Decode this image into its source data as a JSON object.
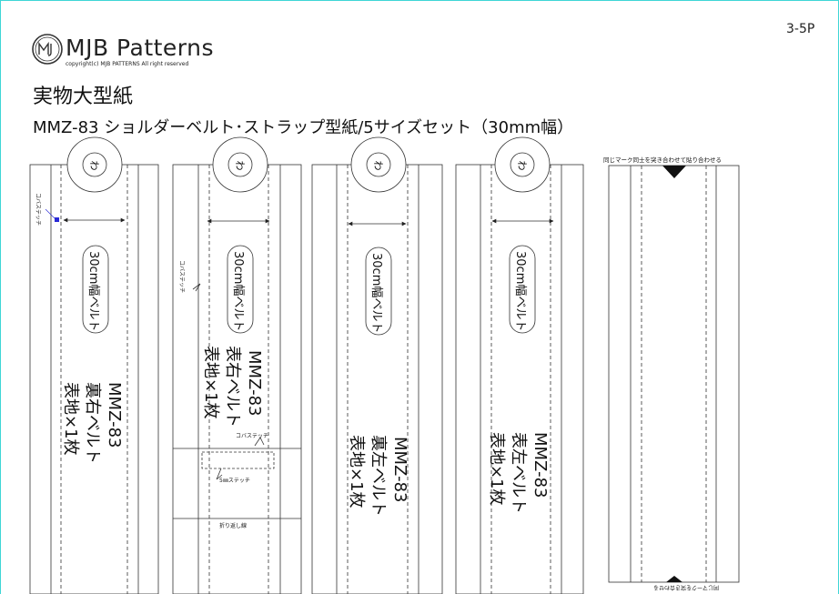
{
  "page_number": "3-5P",
  "brand": {
    "name": "MJB Patterns",
    "copyright": "copyright(c)   MJB PATTERNS  All right reserved"
  },
  "title": "実物大型紙",
  "subtitle": "MMZ-83 ショルダーベルト･ストラップ型紙/5サイズセット（30mm幅）",
  "pieces": [
    {
      "model": "MMZ-83",
      "part": "裏右ベルト",
      "qty": "表地×1枚",
      "belt_label": "30cm幅ベルト",
      "mark": "わ"
    },
    {
      "model": "MMZ-83",
      "part": "表右ベルト",
      "qty": "表地×1枚",
      "belt_label": "30cm幅ベルト",
      "mark": "わ"
    },
    {
      "model": "MMZ-83",
      "part": "裏左ベルト",
      "qty": "表地×1枚",
      "belt_label": "30cm幅ベルト",
      "mark": "わ"
    },
    {
      "model": "MMZ-83",
      "part": "表左ベルト",
      "qty": "表地×1枚",
      "belt_label": "30cm幅ベルト",
      "mark": "わ"
    }
  ],
  "notes": {
    "stitch": "コバステッチ",
    "stitch_5mm": "5㎜ステッチ",
    "fold_line": "折り返し線",
    "match_marks": "同じマーク同士を突き合わせて貼り合わせる",
    "bottom_mirror": "同じマークを突き合わせる"
  },
  "colors": {
    "frame_border": "#3fd6d6",
    "line": "#333333",
    "handle": "#2a2ad6"
  }
}
